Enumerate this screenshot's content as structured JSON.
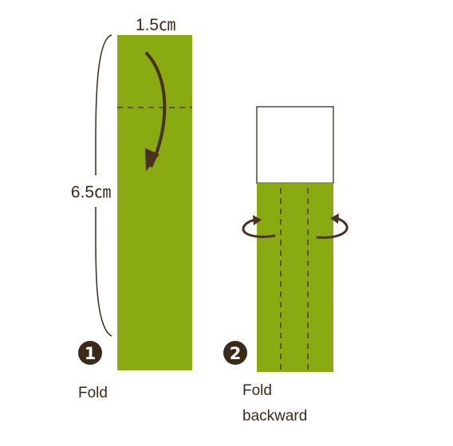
{
  "step1": {
    "number": "1",
    "width_label": "1.5㎝",
    "height_label": "6.5㎝",
    "caption": "Fold"
  },
  "step2": {
    "number": "2",
    "caption_line1": "Fold",
    "caption_line2": "backward"
  },
  "colors": {
    "paper_green": "#8aaa12",
    "paper_white": "#ffffff",
    "outline": "#3a2a1a",
    "arrow": "#4a3020",
    "badge": "#3a2a1a"
  },
  "icons": [
    "fold-down-arrow-icon",
    "fold-back-arrow-icon"
  ]
}
